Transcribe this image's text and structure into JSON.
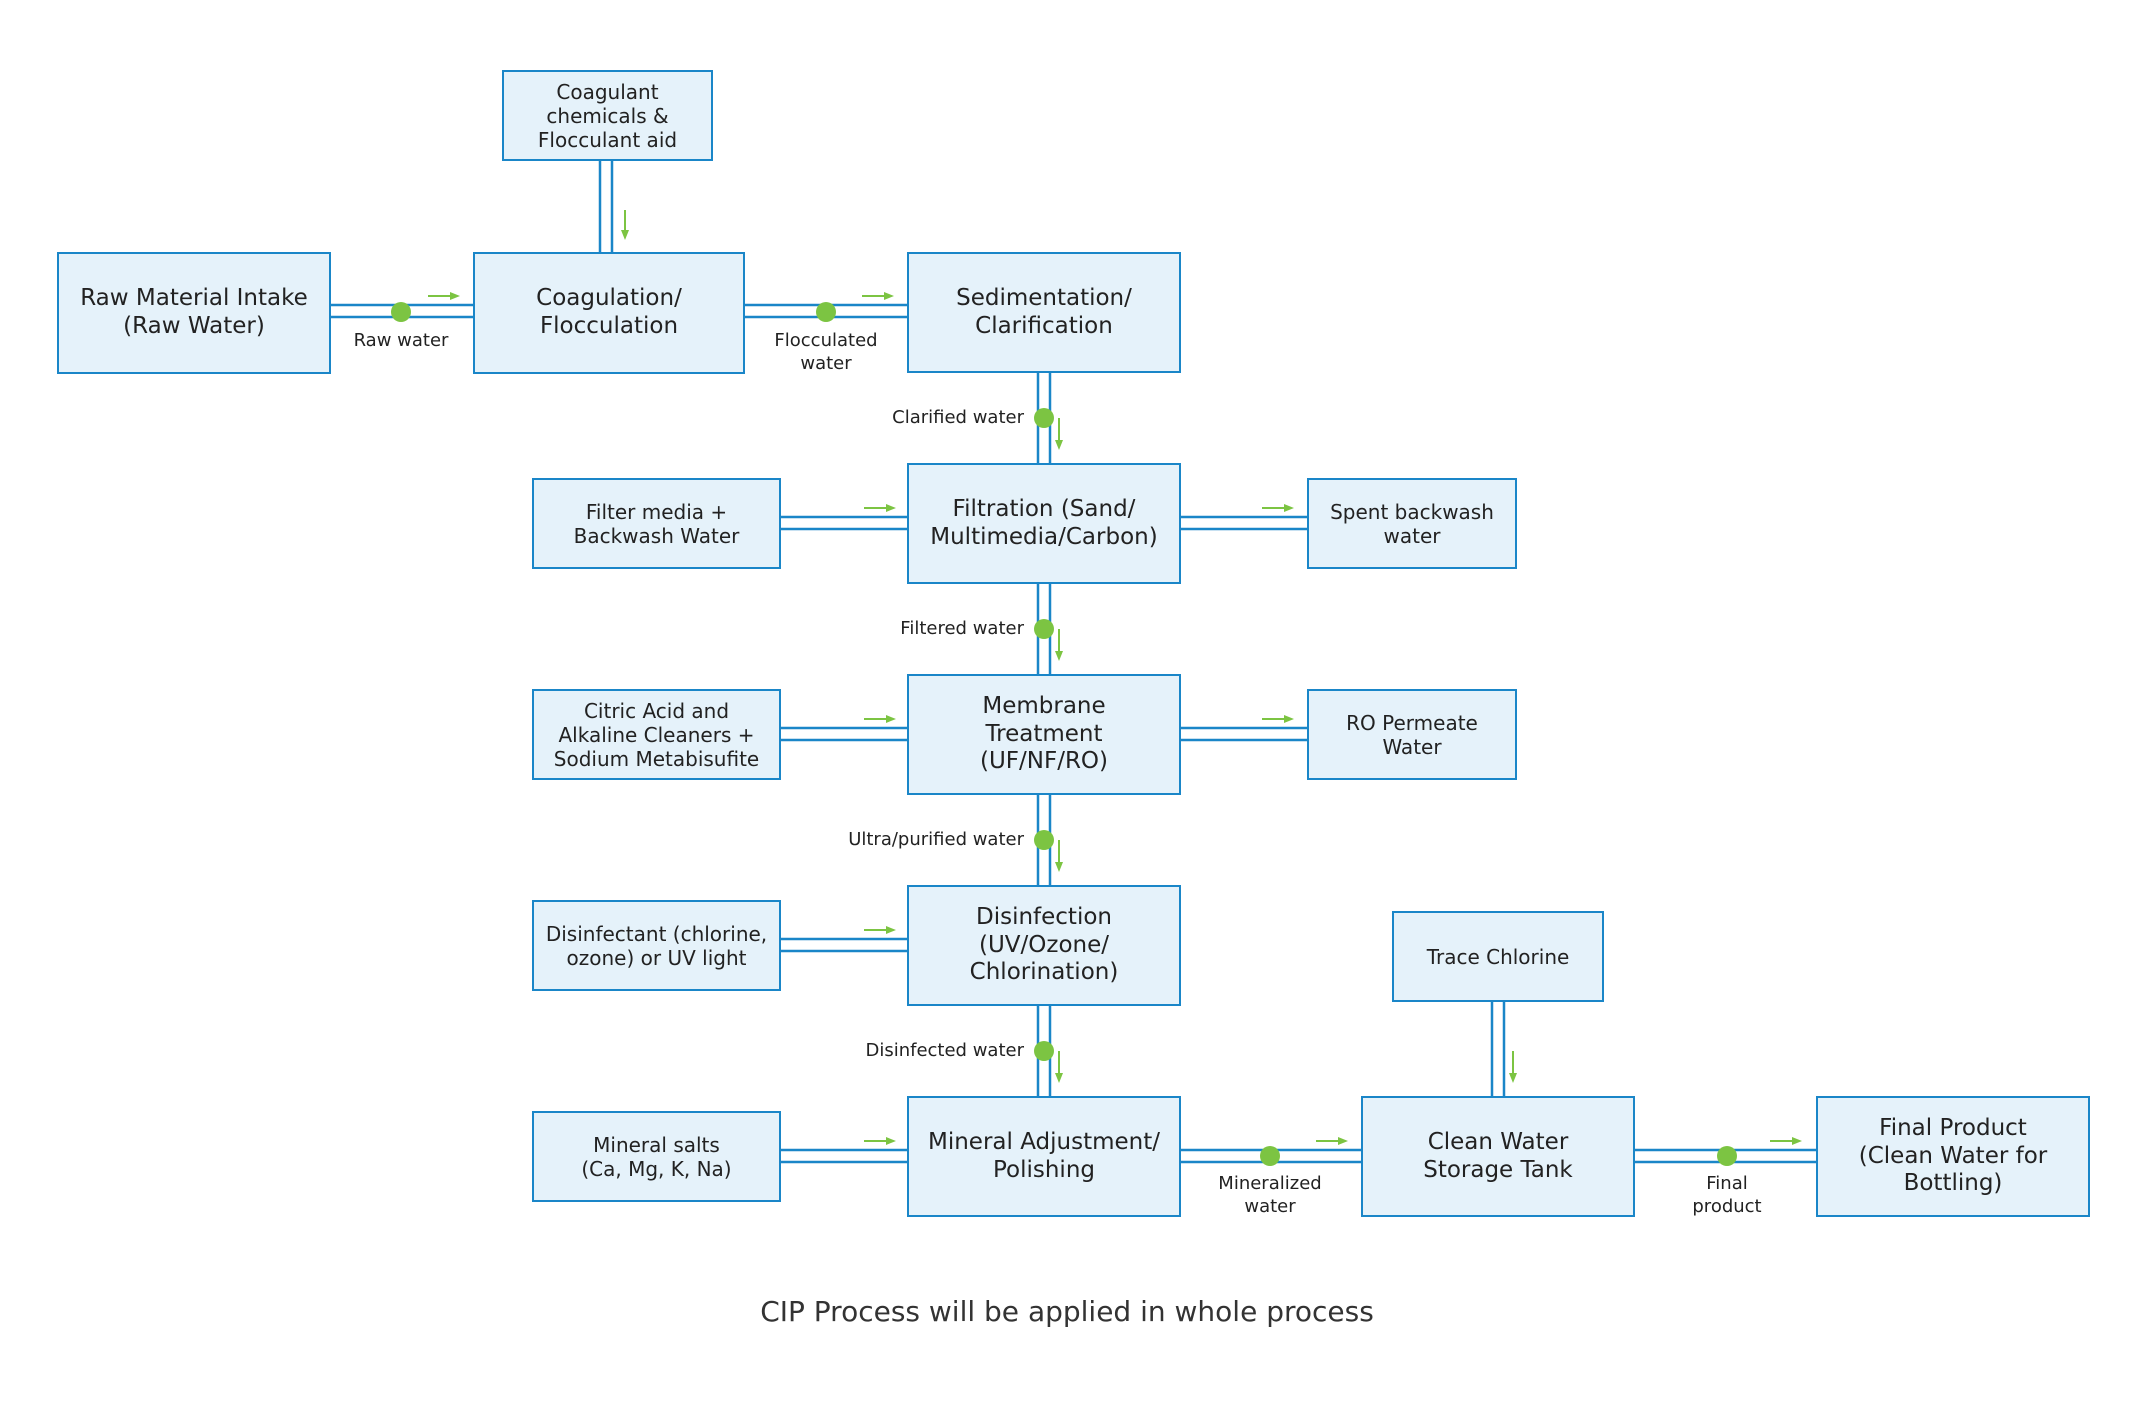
{
  "colors": {
    "box_fill": "#e5f2fa",
    "box_border": "#1a86c8",
    "pipe": "#1a86c8",
    "arrow": "#7cc442",
    "node": "#7cc442"
  },
  "boxes": {
    "raw_intake": "Raw Material Intake\n(Raw Water)",
    "coagulant": "Coagulant\nchemicals &\nFlocculant aid",
    "coagulation": "Coagulation/\nFlocculation",
    "sedimentation": "Sedimentation/\nClarification",
    "filter_media": "Filter media +\nBackwash Water",
    "filtration": "Filtration (Sand/\nMultimedia/Carbon)",
    "spent_backwash": "Spent backwash\nwater",
    "citric_acid": "Citric Acid and\nAlkaline Cleaners +\nSodium Metabisufite",
    "membrane": "Membrane\nTreatment\n(UF/NF/RO)",
    "ro_permeate": "RO Permeate\nWater",
    "disinfectant": "Disinfectant (chlorine,\nozone) or UV light",
    "disinfection": "Disinfection\n(UV/Ozone/\nChlorination)",
    "trace_chlorine": "Trace Chlorine",
    "mineral_salts": "Mineral salts\n(Ca, Mg, K, Na)",
    "mineral_adjust": "Mineral Adjustment/\nPolishing",
    "storage_tank": "Clean Water\nStorage Tank",
    "final_product": "Final Product\n(Clean Water for\nBottling)"
  },
  "labels": {
    "raw_water": "Raw water",
    "flocculated": "Flocculated\nwater",
    "clarified": "Clarified water",
    "filtered": "Filtered water",
    "ultra": "Ultra/purified water",
    "disinfected": "Disinfected water",
    "mineralized": "Mineralized\nwater",
    "final": "Final\nproduct"
  },
  "footer": "CIP Process will be applied in whole process"
}
